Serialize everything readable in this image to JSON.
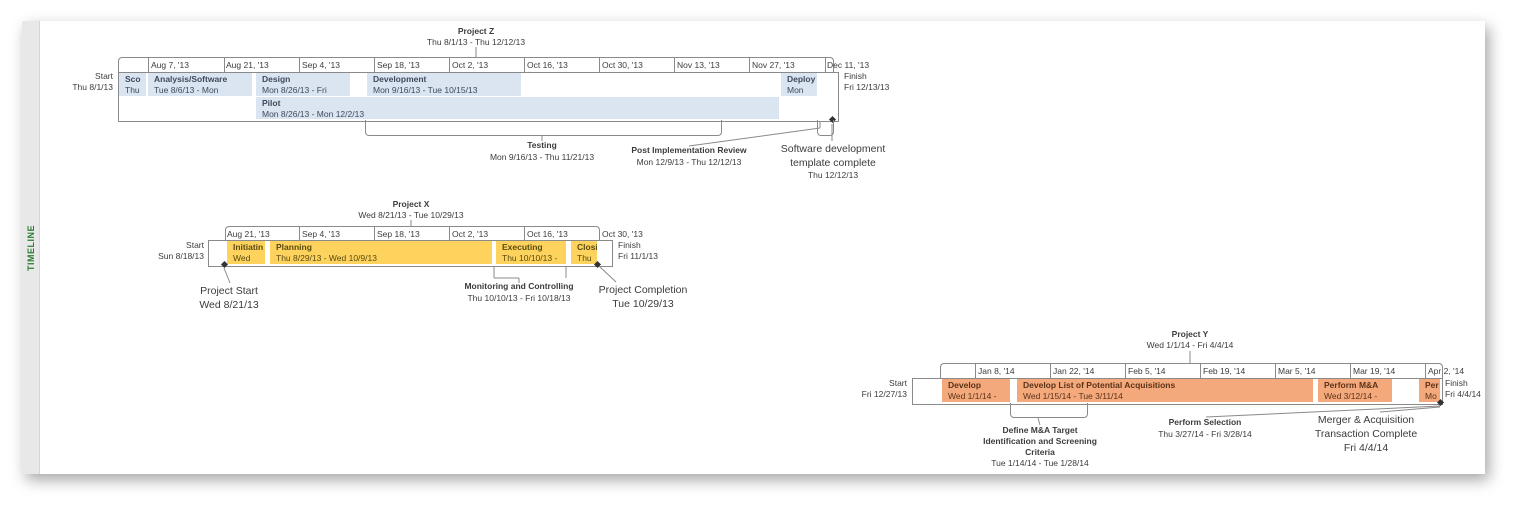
{
  "sidebar": {
    "label": "TIMELINE"
  },
  "projectZ": {
    "title": "Project Z",
    "dates": "Thu 8/1/13 - Thu 12/12/13",
    "start_label": "Start",
    "start_date": "Thu 8/1/13",
    "finish_label": "Finish",
    "finish_date": "Fri 12/13/13",
    "ticks": [
      "Aug 7, '13",
      "Aug 21, '13",
      "Sep 4, '13",
      "Sep 18, '13",
      "Oct 2, '13",
      "Oct 16, '13",
      "Oct 30, '13",
      "Nov 13, '13",
      "Nov 27, '13",
      "Dec 11, '13"
    ],
    "bars": [
      {
        "name": "Sco",
        "dates": "Thu"
      },
      {
        "name": "Analysis/Software",
        "dates": "Tue 8/6/13 - Mon"
      },
      {
        "name": "Design",
        "dates": "Mon 8/26/13 - Fri"
      },
      {
        "name": "Development",
        "dates": "Mon 9/16/13 - Tue 10/15/13"
      },
      {
        "name": "Deploy",
        "dates": "Mon"
      },
      {
        "name": "Pilot",
        "dates": "Mon 8/26/13 - Mon 12/2/13"
      }
    ],
    "callouts": {
      "testing_name": "Testing",
      "testing_dates": "Mon 9/16/13 - Thu 11/21/13",
      "pir_name": "Post Implementation Review",
      "pir_dates": "Mon 12/9/13 - Thu 12/12/13",
      "complete_name1": "Software development",
      "complete_name2": "template complete",
      "complete_date": "Thu 12/12/13"
    }
  },
  "projectX": {
    "title": "Project X",
    "dates": "Wed 8/21/13 - Tue 10/29/13",
    "start_label": "Start",
    "start_date": "Sun 8/18/13",
    "finish_label": "Finish",
    "finish_date": "Fri 11/1/13",
    "ticks": [
      "Aug 21, '13",
      "Sep 4, '13",
      "Sep 18, '13",
      "Oct 2, '13",
      "Oct 16, '13",
      "Oct 30, '13"
    ],
    "bars": [
      {
        "name": "Initiatin",
        "dates": "Wed"
      },
      {
        "name": "Planning",
        "dates": "Thu 8/29/13 - Wed 10/9/13"
      },
      {
        "name": "Executing",
        "dates": "Thu 10/10/13 -"
      },
      {
        "name": "Closi",
        "dates": "Thu"
      }
    ],
    "callouts": {
      "pstart_name": "Project Start",
      "pstart_date": "Wed 8/21/13",
      "mc_name": "Monitoring and Controlling",
      "mc_dates": "Thu 10/10/13 - Fri 10/18/13",
      "pcomp_name": "Project Completion",
      "pcomp_date": "Tue 10/29/13"
    }
  },
  "projectY": {
    "title": "Project Y",
    "dates": "Wed 1/1/14 - Fri 4/4/14",
    "start_label": "Start",
    "start_date": "Fri 12/27/13",
    "finish_label": "Finish",
    "finish_date": "Fri 4/4/14",
    "ticks": [
      "Jan 8, '14",
      "Jan 22, '14",
      "Feb 5, '14",
      "Feb 19, '14",
      "Mar 5, '14",
      "Mar 19, '14",
      "Apr 2, '14"
    ],
    "bars": [
      {
        "name": "Develop",
        "dates": "Wed 1/1/14 -"
      },
      {
        "name": "Develop List of Potential Acquisitions",
        "dates": "Wed 1/15/14 - Tue 3/11/14"
      },
      {
        "name": "Perform M&A",
        "dates": "Wed 3/12/14 -"
      },
      {
        "name": "Per",
        "dates": "Mo"
      }
    ],
    "callouts": {
      "define1": "Define M&A Target",
      "define2": "Identification and Screening",
      "define3": "Criteria",
      "define_dates": "Tue 1/14/14 - Tue 1/28/14",
      "ps_name": "Perform Selection",
      "ps_dates": "Thu 3/27/14 - Fri 3/28/14",
      "mat1": "Merger & Acquisition",
      "mat2": "Transaction Complete",
      "mat_date": "Fri 4/4/14"
    }
  }
}
